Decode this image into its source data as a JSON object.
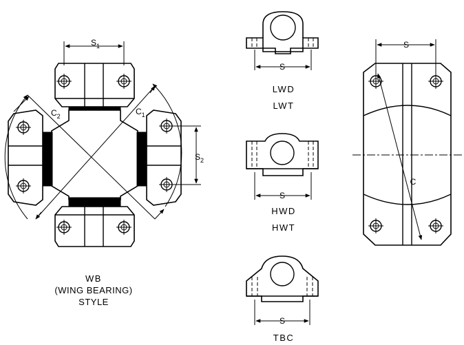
{
  "labels": {
    "s1": "S",
    "s1_sub": "1",
    "s2": "S",
    "s2_sub": "2",
    "c1": "C",
    "c1_sub": "1",
    "c2": "C",
    "c2_sub": "2",
    "s_lwd": "S",
    "s_hwd": "S",
    "s_tbc": "S",
    "s_right": "S",
    "c_right": "C"
  },
  "captions": {
    "wb_line1": "WB",
    "wb_line2": "(WING BEARING)",
    "wb_line3": "STYLE",
    "lwd": "LWD",
    "lwt": "LWT",
    "hwd": "HWD",
    "hwt": "HWT",
    "tbc": "TBC"
  }
}
